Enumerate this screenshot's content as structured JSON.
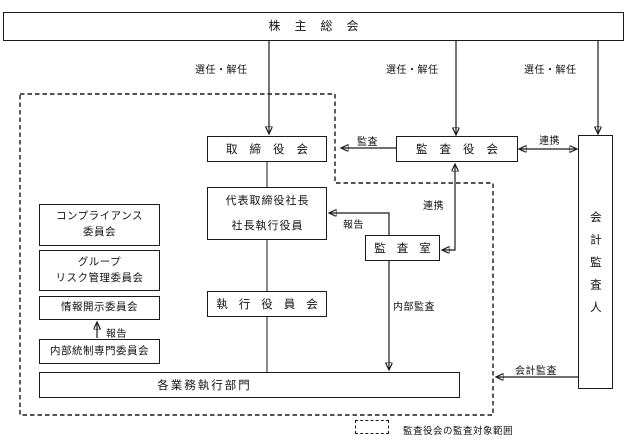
{
  "boxes": {
    "shareholders": "株主総会",
    "board_of_directors": "取締役会",
    "audit_board": "監査役会",
    "accounting_auditor": "会計監査人",
    "president_representative": "代表取締役社長",
    "president_executive": "社長執行役員",
    "committees": [
      {
        "lines": [
          "コンプライアンス",
          "委員会"
        ]
      },
      {
        "lines": [
          "グループ",
          "リスク管理委員会"
        ]
      },
      {
        "lines": [
          "情報開示委員会"
        ]
      },
      {
        "lines": [
          "内部統制専門委員会"
        ]
      }
    ],
    "audit_office": "監査室",
    "executive_council": "執行役員会",
    "operating_divisions": "各業務執行部門"
  },
  "labels": {
    "appoint_dismiss_board": "選任・解任",
    "appoint_dismiss_audit_board": "選任・解任",
    "appoint_dismiss_accounting": "選任・解任",
    "audit": "監査",
    "cooperation_auditor": "連携",
    "cooperation_office": "連携",
    "report_to_president": "報告",
    "report_to_disclosure": "報告",
    "internal_audit": "内部監査",
    "accounting_audit": "会計監査"
  },
  "legend": {
    "scope_label": "監査役会の監査対象範囲"
  },
  "colors": {
    "line": "#1a1a1a",
    "background": "#ffffff"
  }
}
